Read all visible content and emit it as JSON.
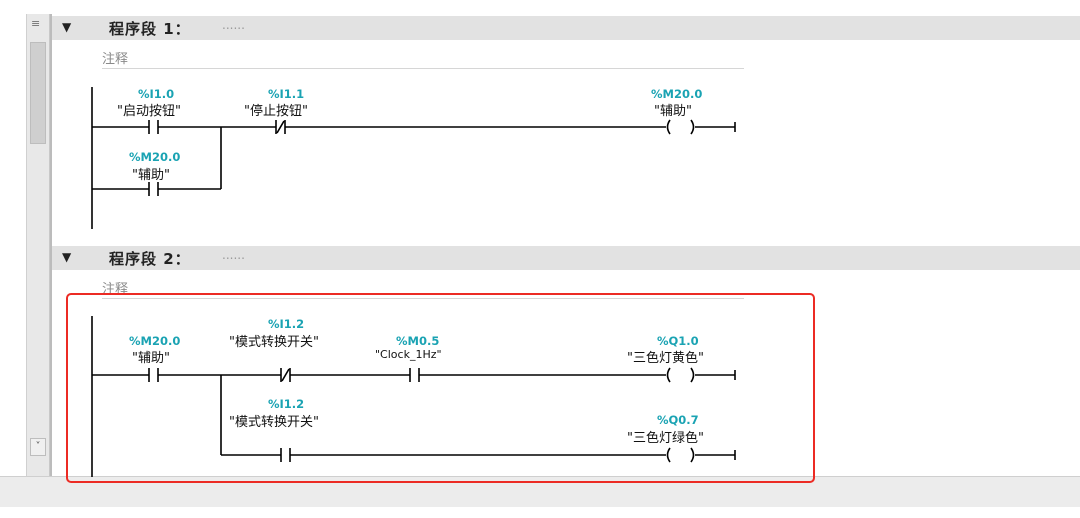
{
  "editor": {
    "scrollbar": {
      "grip_glyph": "≡",
      "down_glyph": "˅"
    },
    "networks": [
      {
        "title": "程序段 1：",
        "comment_dots": "......",
        "comment": "注释",
        "contacts": [
          {
            "address": "%I1.0",
            "symbol": "\"启动按钮\"",
            "type": "NO"
          },
          {
            "address": "%I1.1",
            "symbol": "\"停止按钮\"",
            "type": "NC"
          },
          {
            "address": "%M20.0",
            "symbol": "\"辅助\"",
            "type": "NO"
          }
        ],
        "coils": [
          {
            "address": "%M20.0",
            "symbol": "\"辅助\""
          }
        ]
      },
      {
        "title": "程序段 2：",
        "comment_dots": "......",
        "comment": "注释",
        "contacts": [
          {
            "address": "%M20.0",
            "symbol": "\"辅助\"",
            "type": "NO"
          },
          {
            "address": "%I1.2",
            "symbol": "\"模式转换开关\"",
            "type": "NC"
          },
          {
            "address": "%M0.5",
            "symbol": "\"Clock_1Hz\"",
            "type": "NO"
          },
          {
            "address": "%I1.2",
            "symbol": "\"模式转换开关\"",
            "type": "NO"
          }
        ],
        "coils": [
          {
            "address": "%Q1.0",
            "symbol": "\"三色灯黄色\""
          },
          {
            "address": "%Q0.7",
            "symbol": "\"三色灯绿色\""
          }
        ]
      }
    ],
    "highlight_color": "#ec2b24",
    "address_color": "#1aa3b3"
  }
}
